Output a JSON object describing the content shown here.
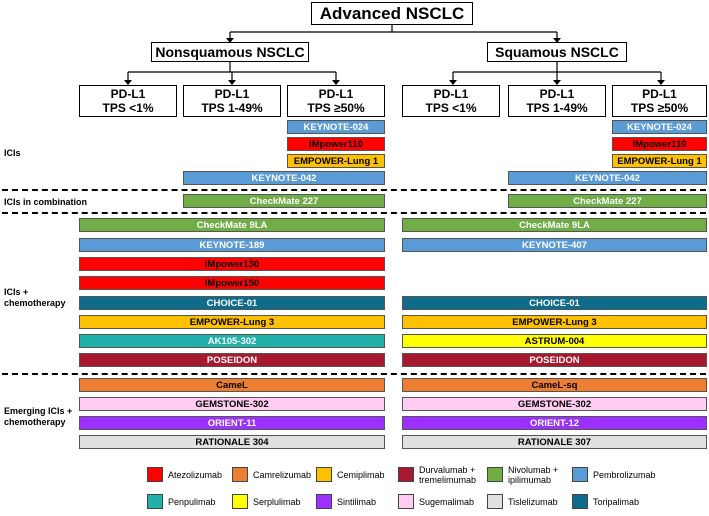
{
  "title": "Advanced NSCLC",
  "branches": [
    "Nonsquamous NSCLC",
    "Squamous NSCLC"
  ],
  "pdl1_groups": [
    {
      "line1": "PD-L1",
      "line2": "TPS <1%"
    },
    {
      "line1": "PD-L1",
      "line2": "TPS 1-49%"
    },
    {
      "line1": "PD-L1",
      "line2": "TPS ≥50%"
    },
    {
      "line1": "PD-L1",
      "line2": "TPS <1%"
    },
    {
      "line1": "PD-L1",
      "line2": "TPS 1-49%"
    },
    {
      "line1": "PD-L1",
      "line2": "TPS ≥50%"
    }
  ],
  "categories": [
    "ICIs",
    "ICIs in combination",
    "ICIs + chemotherapy",
    "Emerging ICIs + chemotherapy"
  ],
  "colors": {
    "Atezolizumab": "#ff0000",
    "Camrelizumab": "#ed7d31",
    "Cemiplimab": "#ffc000",
    "Durvalumab + tremelimumab": "#a6192e",
    "Nivolumab + ipilimumab": "#70ad47",
    "Pembrolizumab": "#5b9bd5",
    "Penpulimab": "#20b2aa",
    "Serplulimab": "#ffff00",
    "Sintilimab": "#9b30ff",
    "Sugemalimab": "#ffccf2",
    "Tislelizumab": "#e0e0e0",
    "Toripalimab": "#0e6b8a"
  },
  "trials": [
    {
      "label": "KEYNOTE-024",
      "drug": "Pembrolizumab"
    },
    {
      "label": "IMpower110",
      "drug": "Atezolizumab"
    },
    {
      "label": "EMPOWER-Lung 1",
      "drug": "Cemiplimab"
    },
    {
      "label": "KEYNOTE-042",
      "drug": "Pembrolizumab"
    },
    {
      "label": "KEYNOTE-024",
      "drug": "Pembrolizumab"
    },
    {
      "label": "IMpower110",
      "drug": "Atezolizumab"
    },
    {
      "label": "EMPOWER-Lung 1",
      "drug": "Cemiplimab"
    },
    {
      "label": "KEYNOTE-042",
      "drug": "Pembrolizumab"
    },
    {
      "label": "CheckMate 227",
      "drug": "Nivolumab + ipilimumab"
    },
    {
      "label": "CheckMate 227",
      "drug": "Nivolumab + ipilimumab"
    },
    {
      "label": "CheckMate 9LA",
      "drug": "Nivolumab + ipilimumab"
    },
    {
      "label": "KEYNOTE-189",
      "drug": "Pembrolizumab"
    },
    {
      "label": "IMpower130",
      "drug": "Atezolizumab"
    },
    {
      "label": "IMpower150",
      "drug": "Atezolizumab"
    },
    {
      "label": "CHOICE-01",
      "drug": "Toripalimab"
    },
    {
      "label": "EMPOWER-Lung 3",
      "drug": "Cemiplimab"
    },
    {
      "label": "AK105-302",
      "drug": "Penpulimab"
    },
    {
      "label": "POSEIDON",
      "drug": "Durvalumab + tremelimumab"
    },
    {
      "label": "CheckMate 9LA",
      "drug": "Nivolumab + ipilimumab"
    },
    {
      "label": "KEYNOTE-407",
      "drug": "Pembrolizumab"
    },
    {
      "label": "CHOICE-01",
      "drug": "Toripalimab"
    },
    {
      "label": "EMPOWER-Lung 3",
      "drug": "Cemiplimab"
    },
    {
      "label": "ASTRUM-004",
      "drug": "Serplulimab"
    },
    {
      "label": "POSEIDON",
      "drug": "Durvalumab + tremelimumab"
    },
    {
      "label": "CameL",
      "drug": "Camrelizumab"
    },
    {
      "label": "GEMSTONE-302",
      "drug": "Sugemalimab"
    },
    {
      "label": "ORIENT-11",
      "drug": "Sintilimab"
    },
    {
      "label": "RATIONALE 304",
      "drug": "Tislelizumab"
    },
    {
      "label": "CameL-sq",
      "drug": "Camrelizumab"
    },
    {
      "label": "GEMSTONE-302",
      "drug": "Sugemalimab"
    },
    {
      "label": "ORIENT-12",
      "drug": "Sintilimab"
    },
    {
      "label": "RATIONALE 307",
      "drug": "Tislelizumab"
    }
  ],
  "legend": [
    {
      "label": "Atezolizumab",
      "drug": "Atezolizumab"
    },
    {
      "label": "Camrelizumab",
      "drug": "Camrelizumab"
    },
    {
      "label": "Cemiplimab",
      "drug": "Cemiplimab"
    },
    {
      "label": "Durvalumab + tremelimumab",
      "drug": "Durvalumab + tremelimumab"
    },
    {
      "label": "Nivolumab + ipilimumab",
      "drug": "Nivolumab + ipilimumab"
    },
    {
      "label": "Pembrolizumab",
      "drug": "Pembrolizumab"
    },
    {
      "label": "Penpulimab",
      "drug": "Penpulimab"
    },
    {
      "label": "Serplulimab",
      "drug": "Serplulimab"
    },
    {
      "label": "Sintilimab",
      "drug": "Sintilimab"
    },
    {
      "label": "Sugemalimab",
      "drug": "Sugemalimab"
    },
    {
      "label": "Tislelizumab",
      "drug": "Tislelizumab"
    },
    {
      "label": "Toripalimab",
      "drug": "Toripalimab"
    }
  ]
}
